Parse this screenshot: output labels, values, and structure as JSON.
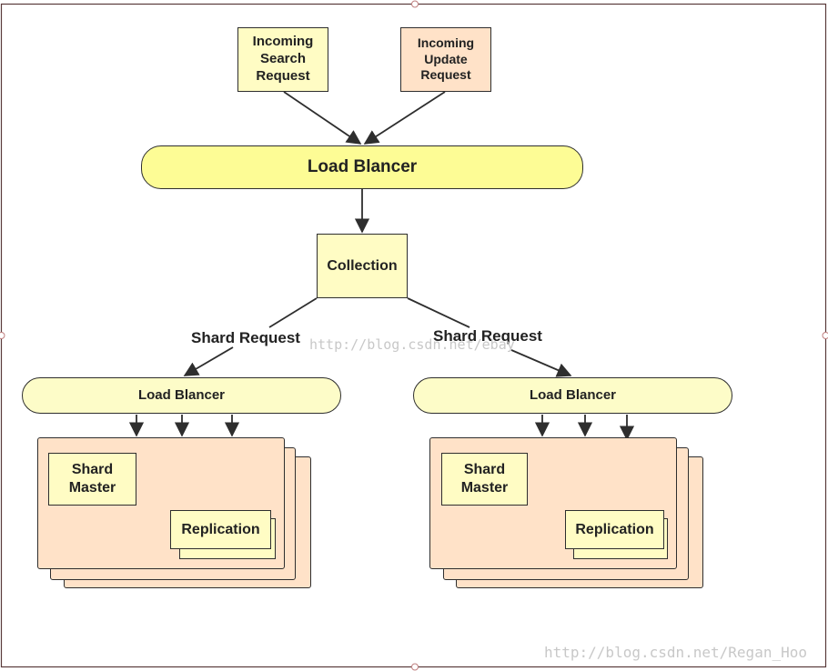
{
  "nodes": {
    "search_request": "Incoming\nSearch\nRequest",
    "update_request": "Incoming\nUpdate\nRequest",
    "main_load_balancer": "Load Blancer",
    "collection": "Collection",
    "left_load_balancer": "Load Blancer",
    "right_load_balancer": "Load Blancer",
    "left_shard_master": "Shard\nMaster",
    "right_shard_master": "Shard\nMaster",
    "left_replication": "Replication",
    "right_replication": "Replication"
  },
  "edge_labels": {
    "left_shard_request": "Shard Request",
    "right_shard_request": "Shard Request"
  },
  "watermarks": {
    "center": "http://blog.csdn.net/ebay",
    "bottom_right": "http://blog.csdn.net/Regan_Hoo"
  },
  "colors": {
    "search_fill": "#fffcc4",
    "update_fill": "#ffe2c8",
    "main_balancer_fill": "#fdfc95",
    "sub_balancer_fill": "#fdfcc8",
    "shard_group_fill": "#ffe2c8",
    "line": "#2e2e2e"
  }
}
